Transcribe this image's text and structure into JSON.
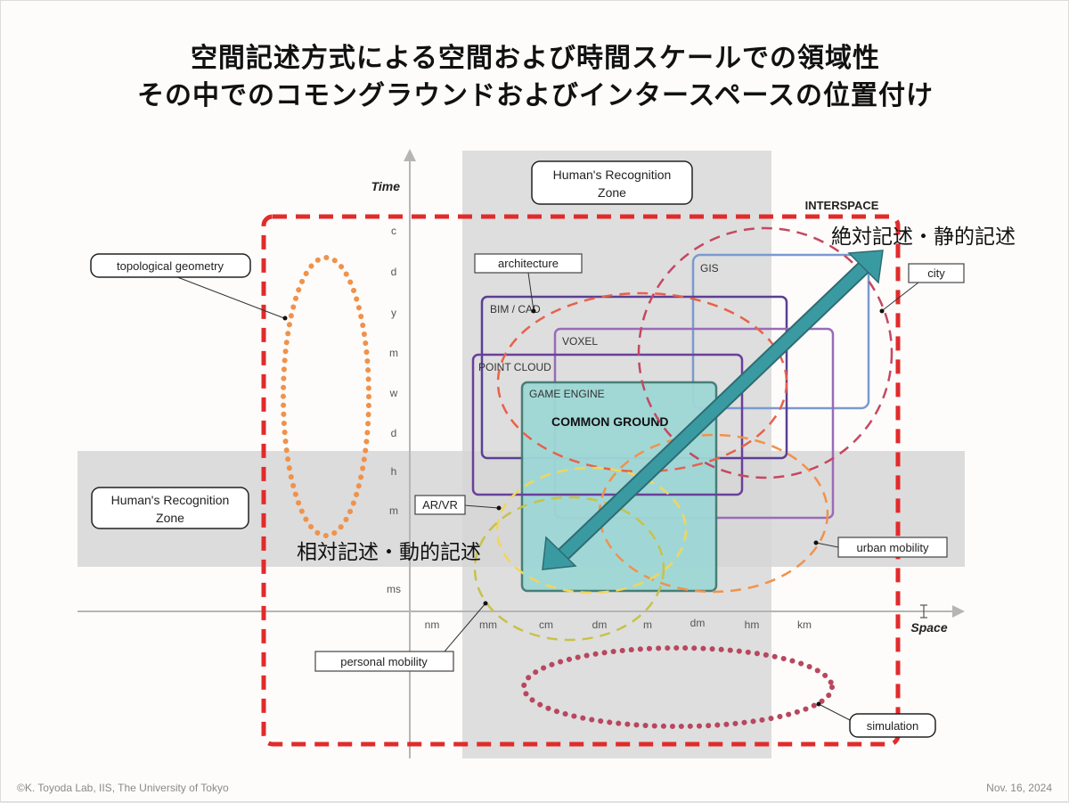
{
  "title": {
    "line1": "空間記述方式による空間および時間スケールでの領域性",
    "line2": "その中でのコモングラウンドおよびインタースペースの位置付け"
  },
  "footer": {
    "copyright": "©K. Toyoda Lab, IIS, The University of Tokyo",
    "date": "Nov. 16, 2024"
  },
  "axes": {
    "x_title": "Space",
    "y_title": "Time",
    "x_ticks": [
      "nm",
      "mm",
      "cm",
      "dm",
      "m",
      "dm",
      "hm",
      "km"
    ],
    "y_ticks": [
      "c",
      "d",
      "y",
      "m",
      "w",
      "d",
      "h",
      "m",
      "ms"
    ]
  },
  "zones": {
    "human_zone_vertical": "Human's Recognition Zone",
    "human_zone_horizontal": "Human's Recognition Zone"
  },
  "regions": {
    "interspace": "INTERSPACE",
    "gis": "GIS",
    "bim_cad": "BIM / CAD",
    "voxel": "VOXEL",
    "point_cloud": "POINT CLOUD",
    "game_engine": "GAME ENGINE",
    "common_ground": "COMMON GROUND"
  },
  "callouts": {
    "topological_geometry": "topological geometry",
    "architecture": "architecture",
    "city": "city",
    "ar_vr": "AR/VR",
    "urban_mobility": "urban mobility",
    "personal_mobility": "personal mobility",
    "simulation": "simulation"
  },
  "arrow_labels": {
    "absolute": "絶対記述・静的記述",
    "relative": "相対記述・動的記述"
  },
  "colors": {
    "interspace_red": "#e12b2b",
    "common_ground_fill": "#9ed8d6",
    "common_ground_stroke": "#3f7a72",
    "arrow_teal": "#3a9aa2",
    "bim_purple": "#5b3f93",
    "point_cloud_purple": "#6a3f9a",
    "voxel_purple": "#9a6bb8",
    "gis_blue": "#7a9ad0",
    "topological_orange": "#f0924a",
    "simulation_crimson": "#b8475f",
    "urban_orange": "#f0924a",
    "ar_vr_yellow": "#f2d65a",
    "personal_olive": "#c7c24a",
    "architecture_red": "#e8614a",
    "city_crimson": "#c54860",
    "zone_gray": "#dcdcdc"
  }
}
